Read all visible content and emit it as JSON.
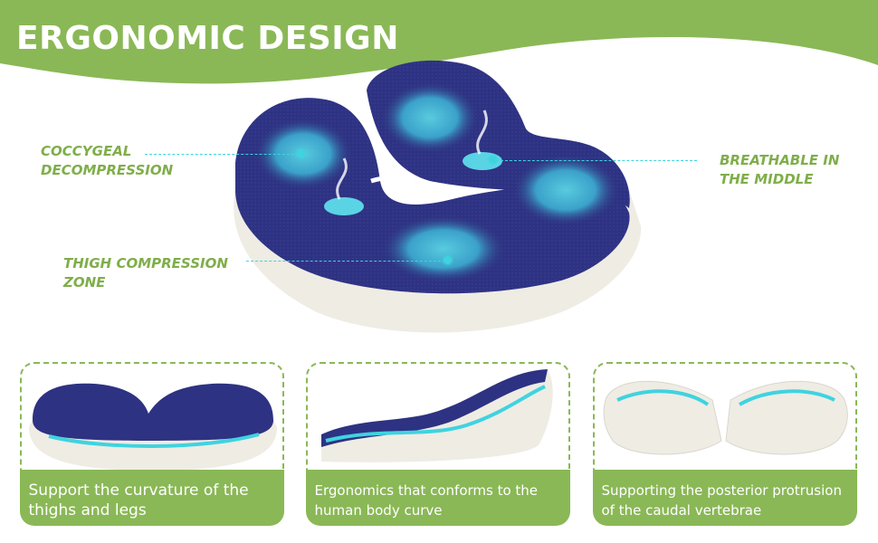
{
  "header": {
    "title": "ERGONOMIC DESIGN"
  },
  "callouts": {
    "coccygeal": "COCCYGEAL\nDECOMPRESSION",
    "breathable": "BREATHABLE IN\nTHE MIDDLE",
    "thigh": "THIGH COMPRESSION\nZONE"
  },
  "panels": [
    {
      "caption": "Support the curvature of the thighs and legs"
    },
    {
      "caption": "Ergonomics that conforms to the human body curve"
    },
    {
      "caption": "Supporting the posterior protrusion of the caudal vertebrae"
    }
  ],
  "colors": {
    "brand_green": "#8ab856",
    "callout_green": "#7fae4a",
    "accent_cyan": "#3fd3e0",
    "cushion_navy": "#2c2f7a",
    "foam_white": "#efece4"
  }
}
